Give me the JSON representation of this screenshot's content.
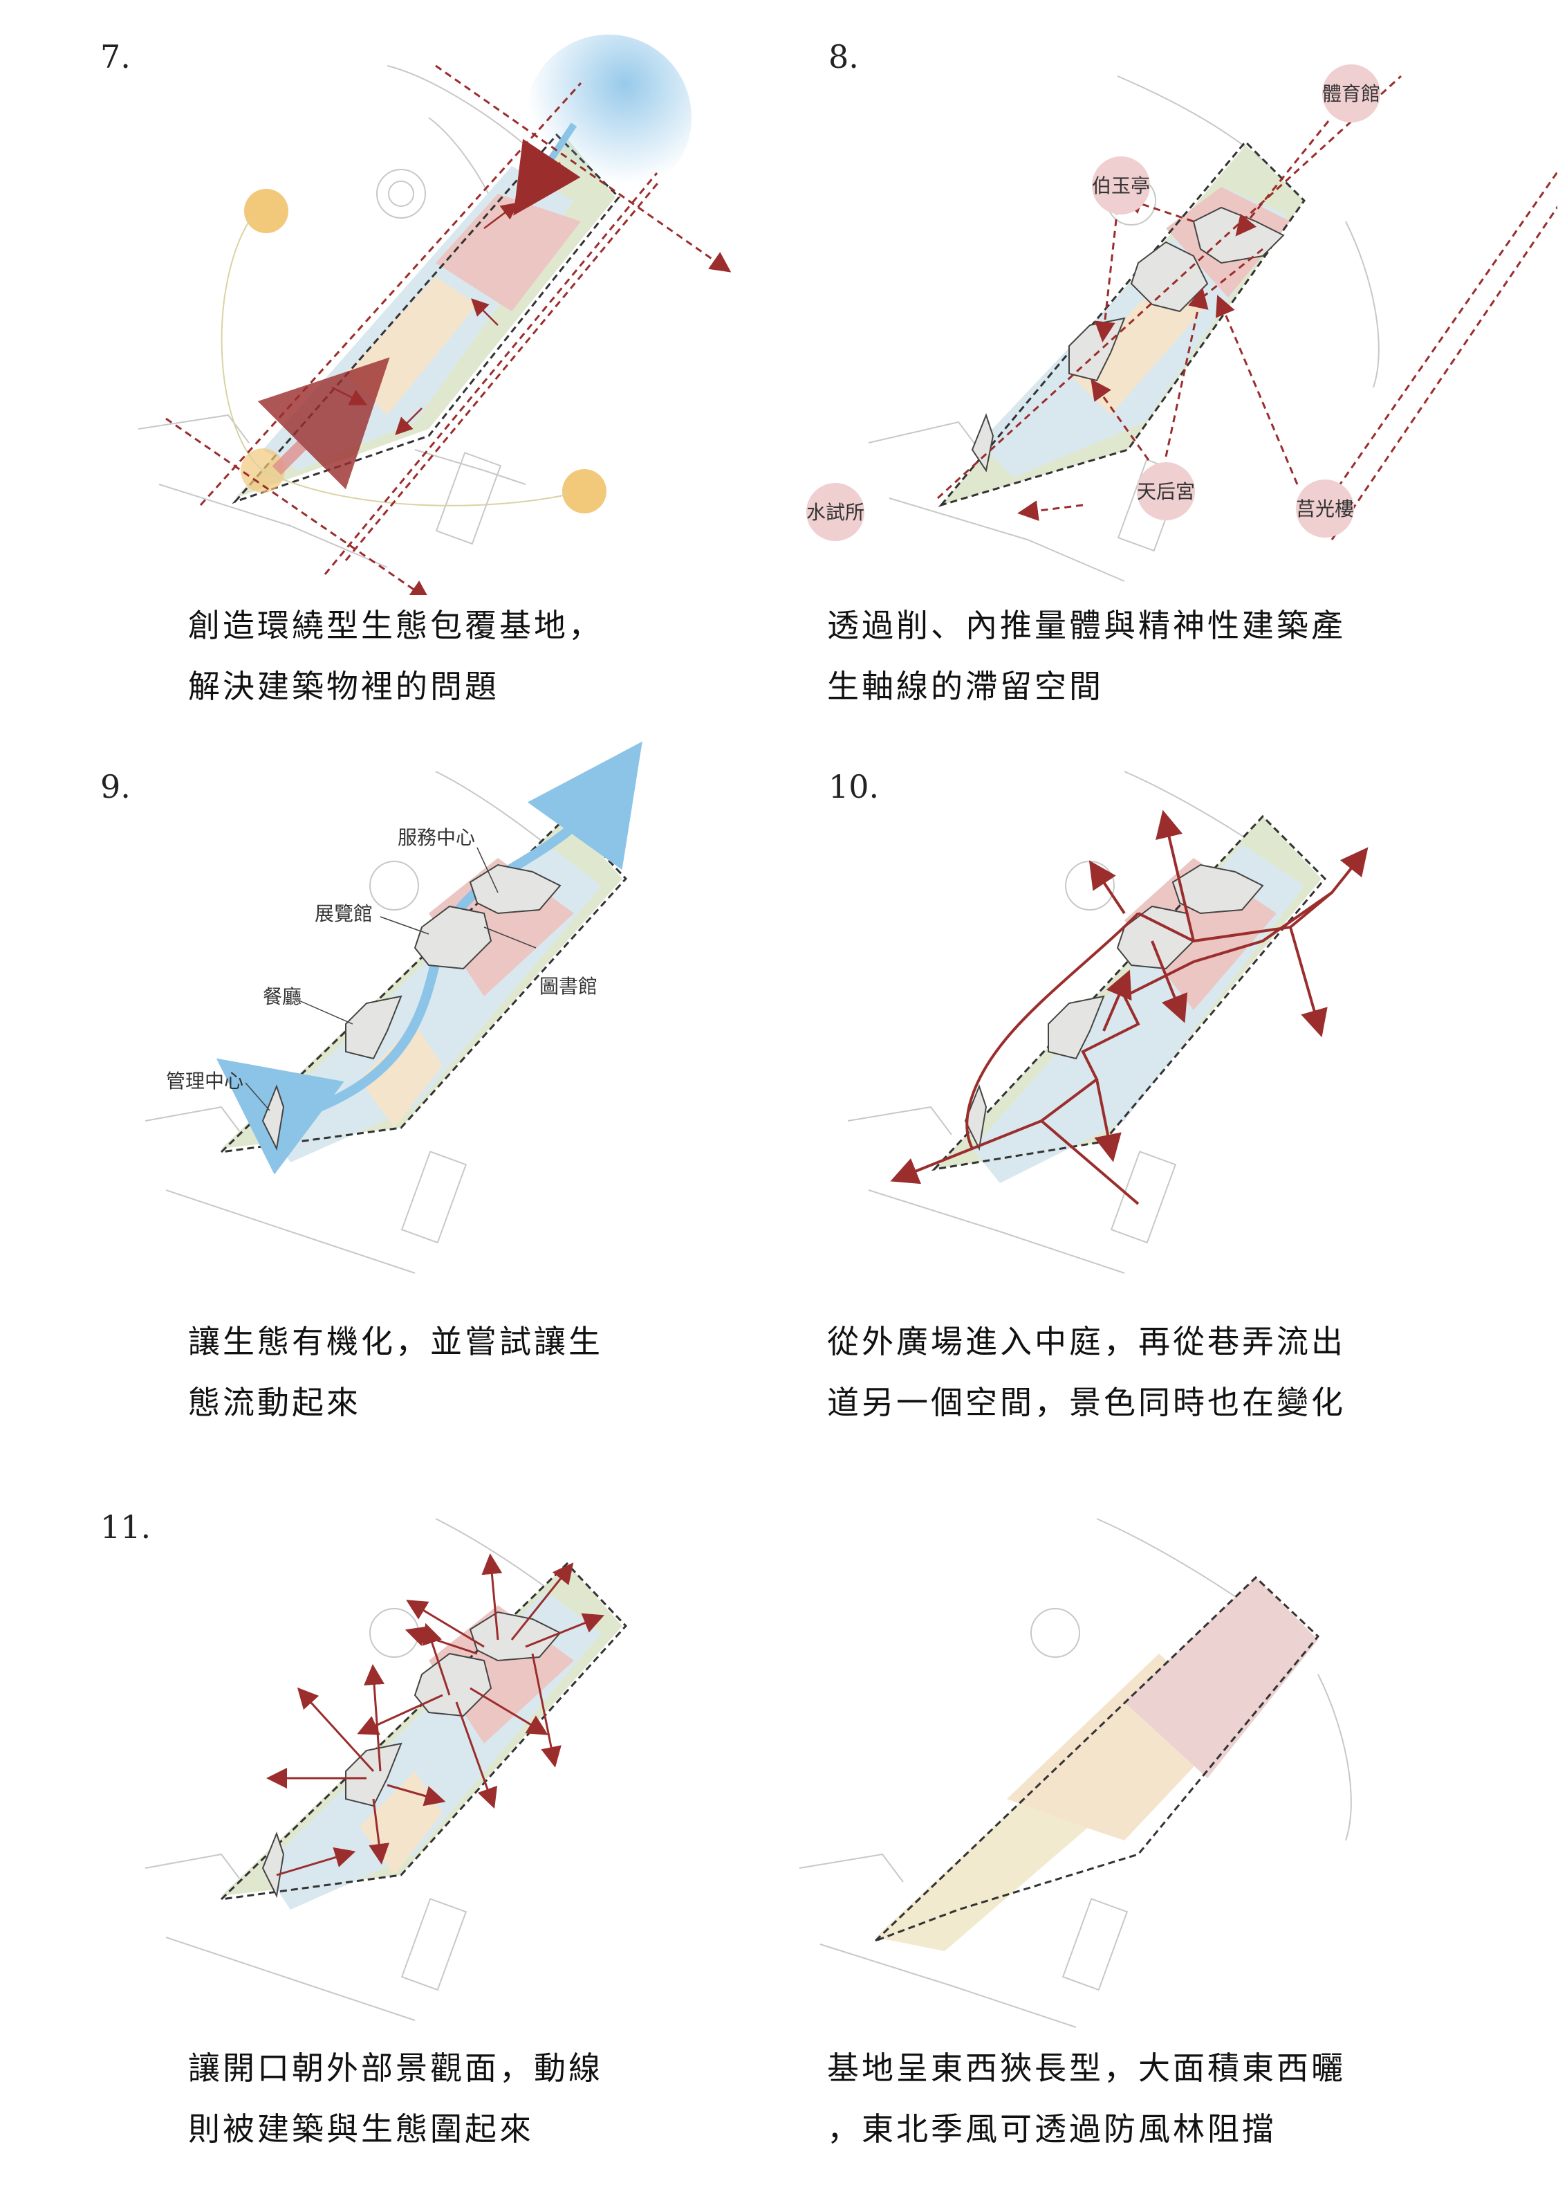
{
  "panels": [
    {
      "number": "7.",
      "caption": [
        "創造環繞型生態包覆基地，",
        "解決建築物裡的問題"
      ],
      "labels": []
    },
    {
      "number": "8.",
      "caption": [
        "透過削、內推量體與精神性建築產",
        "生軸線的滯留空間"
      ],
      "labels": [
        "體育館",
        "伯玉亭",
        "水試所",
        "天后宮",
        "莒光樓"
      ]
    },
    {
      "number": "9.",
      "caption": [
        "讓生態有機化，並嘗試讓生",
        "態流動起來"
      ],
      "labels": [
        "服務中心",
        "展覽館",
        "圖書館",
        "餐廳",
        "管理中心"
      ]
    },
    {
      "number": "10.",
      "caption": [
        "從外廣場進入中庭，再從巷弄流出",
        "道另一個空間，景色同時也在變化"
      ],
      "labels": []
    },
    {
      "number": "11.",
      "caption": [
        "讓開口朝外部景觀面，動線",
        "則被建築與生態圍起來"
      ],
      "labels": []
    },
    {
      "number": "",
      "caption": [
        "基地呈東西狹長型，大面積東西曬",
        "，東北季風可透過防風林阻擋"
      ],
      "labels": []
    }
  ],
  "colors": {
    "site_outline": "#333333",
    "arrow_red": "#9b2d2d",
    "green_zone": "#dfe8cf",
    "blue_zone": "#d9e8ee",
    "pink_zone": "#ecc6c3",
    "beige_zone": "#f4e4cc",
    "sun": "#f2c87a",
    "label_circle": "#f0cfd1",
    "wind_blue": "#8cc4e8"
  }
}
